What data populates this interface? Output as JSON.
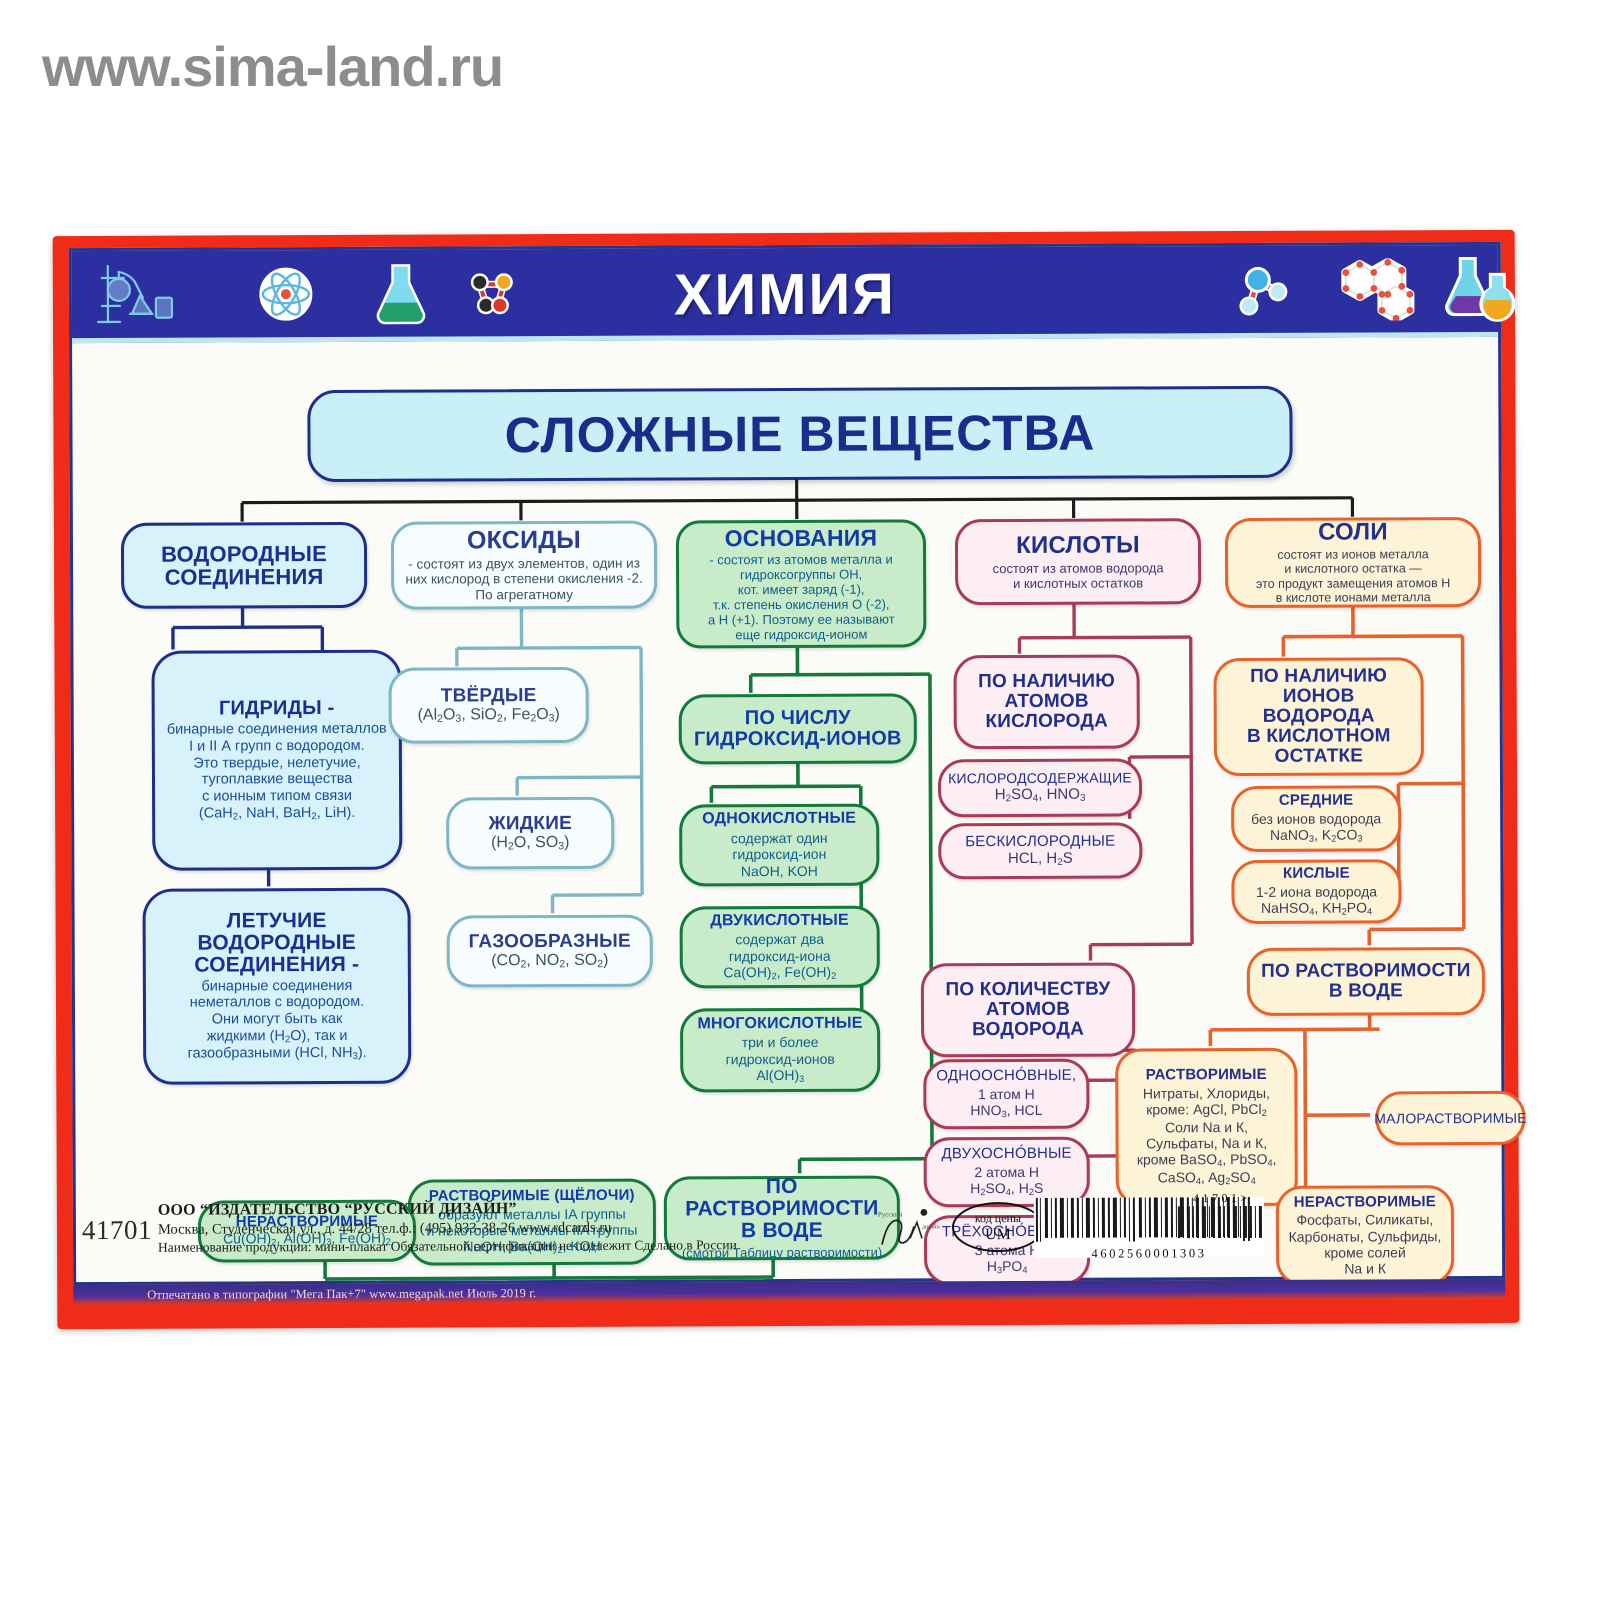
{
  "watermark": "www.sima-land.ru",
  "header": {
    "title": "ХИМИЯ",
    "icons": [
      "distillation-apparatus-icon",
      "atom-icon",
      "conical-flask-icon",
      "molecule-model-icon",
      "water-molecule-icon",
      "benzene-rings-icon",
      "two-flasks-icon"
    ]
  },
  "main_title": "СЛОЖНЫЕ ВЕЩЕСТВА",
  "columns": {
    "hydrogen": {
      "root": {
        "title": "ВОДОРОДНЫЕ СОЕДИНЕНИЯ"
      },
      "hydrides": {
        "title": "ГИДРИДЫ -",
        "desc": "бинарные соединения металлов I и II А групп с водородом. Это твердые, нелетучие, тугоплавкие вещества с ионным типом связи",
        "formula": "(CaH2, NaH, BaH2, LiH)."
      },
      "volatile": {
        "title": "ЛЕТУЧИЕ ВОДОРОДНЫЕ СОЕДИНЕНИЯ -",
        "desc": "бинарные соединения неметаллов с водородом. Они могут быть как жидкими (H2O), так и газообразными (HCl,  NH3)."
      }
    },
    "oxides": {
      "root": {
        "title": "ОКСИДЫ",
        "desc": "-  состоят из двух элементов, один из них кислород в степени окисления -2. По агрегатному"
      },
      "solid": {
        "title": "ТВЁРДЫЕ",
        "formula": "(Al2O3, SiO2, Fe2O3)"
      },
      "liquid": {
        "title": "ЖИДКИЕ",
        "formula": "(H2O, SO3)"
      },
      "gas": {
        "title": "ГАЗООБРАЗНЫЕ",
        "formula": "(CO2, NO2, SO2)"
      }
    },
    "bases": {
      "root": {
        "title": "ОСНОВАНИЯ",
        "desc": "- состоят из атомов металла и гидроксогруппы ОН, кот. имеет заряд (-1), т.к. степень окисления О (-2), а Н (+1). Поэтому ее называют еще гидроксид-ионом"
      },
      "by_hydroxide": {
        "title": "ПО ЧИСЛУ ГИДРОКСИД-ИОНОВ"
      },
      "mono": {
        "title": "ОДНОКИСЛОТНЫЕ",
        "desc": "содержат один гидроксид-ион",
        "formula": "NaOH, KOH"
      },
      "di": {
        "title": "ДВУКИСЛОТНЫЕ",
        "desc": "содержат два гидроксид-иона",
        "formula": "Ca(OH)2, Fe(OH)2"
      },
      "poly": {
        "title": "МНОГОКИСЛОТНЫЕ",
        "desc": "три и более гидроксид-ионов",
        "formula": "Al(OH)3"
      },
      "by_solubility": {
        "title": "ПО РАСТВОРИМОСТИ В ВОДЕ",
        "desc": "(смотри Таблицу растворимости)"
      },
      "soluble": {
        "title": "РАСТВОРИМЫЕ (ЩЁЛОЧИ)",
        "desc": "образуют металлы  IA группы и некоторые металлы  IIA группы",
        "formula": "NaOH, Ba(OH)2, KOH"
      },
      "insoluble": {
        "title": "НЕРАСТВОРИМЫЕ",
        "formula": "Cu(OH)2, Al(OH)3, Fe(OH)2"
      }
    },
    "acids": {
      "root": {
        "title": "КИСЛОТЫ",
        "desc": "состоят из атомов водорода и кислотных остатков"
      },
      "by_oxygen": {
        "title": "ПО НАЛИЧИЮ АТОМОВ КИСЛОРОДА"
      },
      "oxygen_containing": {
        "title": "КИСЛОРОДСОДЕРЖАЩИЕ",
        "formula": "H2SO4, HNO3"
      },
      "oxygen_free": {
        "title": "БЕСКИСЛОРОДНЫЕ",
        "formula": "HCL, H2S"
      },
      "by_hydrogen": {
        "title": "ПО КОЛИЧЕСТВУ АТОМОВ ВОДОРОДА"
      },
      "mono": {
        "title": "ОДНООСНО́ВНЫЕ,",
        "desc": "1 атом Н",
        "formula": "HNO3, HCL"
      },
      "di": {
        "title": "ДВУХОСНО́ВНЫЕ",
        "desc": "2 атома Н",
        "formula": "H2SO4,  H2S"
      },
      "tri": {
        "title": "ТРЁХОСНО́ВНЫЕ",
        "desc": "3 атома Н",
        "formula": "H3PO4"
      }
    },
    "salts": {
      "root": {
        "title": "СОЛИ",
        "desc": "состоят из ионов металла и кислотного остатка — это  продукт замещения атомов Н в кислоте ионами металла"
      },
      "by_hydrogen_ions": {
        "title": "ПО НАЛИЧИЮ ИОНОВ ВОДОРОДА В КИСЛОТНОМ ОСТАТКЕ"
      },
      "medium": {
        "title": "СРЕДНИЕ",
        "desc": "без ионов водорода",
        "formula": "NaNO3, K2CO3"
      },
      "acidic": {
        "title": "КИСЛЫЕ",
        "desc": "1-2 иона водорода",
        "formula": "NaHSO4, KH2PO4"
      },
      "by_solubility": {
        "title": "ПО РАСТВОРИМОСТИ В ВОДЕ"
      },
      "soluble": {
        "title": "РАСТВОРИМЫЕ",
        "desc": "Нитраты,  Хлориды, кроме: AgCl, PbCl2 Соли Na и К, Сульфаты, Na и К, кроме BaSO4, PbSO4, CaSO4, Ag2SO4"
      },
      "slightly_soluble": {
        "title": "МАЛОРАСТВОРИМЫЕ"
      },
      "insoluble": {
        "title": "НЕРАСТВОРИМЫЕ",
        "desc": "Фосфаты, Силикаты, Карбонаты, Сульфиды, кроме солей Na и К"
      }
    }
  },
  "footer": {
    "article": "41701",
    "publisher": "ООО “ИЗДАТЕЛЬСТВО  “РУССКИЙ ДИЗАЙН”",
    "address": "Москва, Студенческая ул., д. 44/28  тел.ф.: (495) 933-38-26 www.rdcards.ru",
    "product": "Наименование продукции: мини-плакат Обязательной сертификации не подлежит Сделано в России",
    "print": "Отпечатано в типографии \"Мега Пак+7\"  www.megapak.net   Июль 2019 г.",
    "price_label": "код цены",
    "price_value": "UM",
    "barcode_number": "4602560001303",
    "barcode_side": "41701>"
  },
  "colors": {
    "poster_border": "#f02c18",
    "header_bg": "#2b2fa0",
    "title_bg": "#c9f0f6",
    "blue": "#d8f2fb",
    "teal": "#f7fdfe",
    "green": "#c8ecc9",
    "pink": "#fdeef3",
    "cream": "#fdf3d6"
  }
}
